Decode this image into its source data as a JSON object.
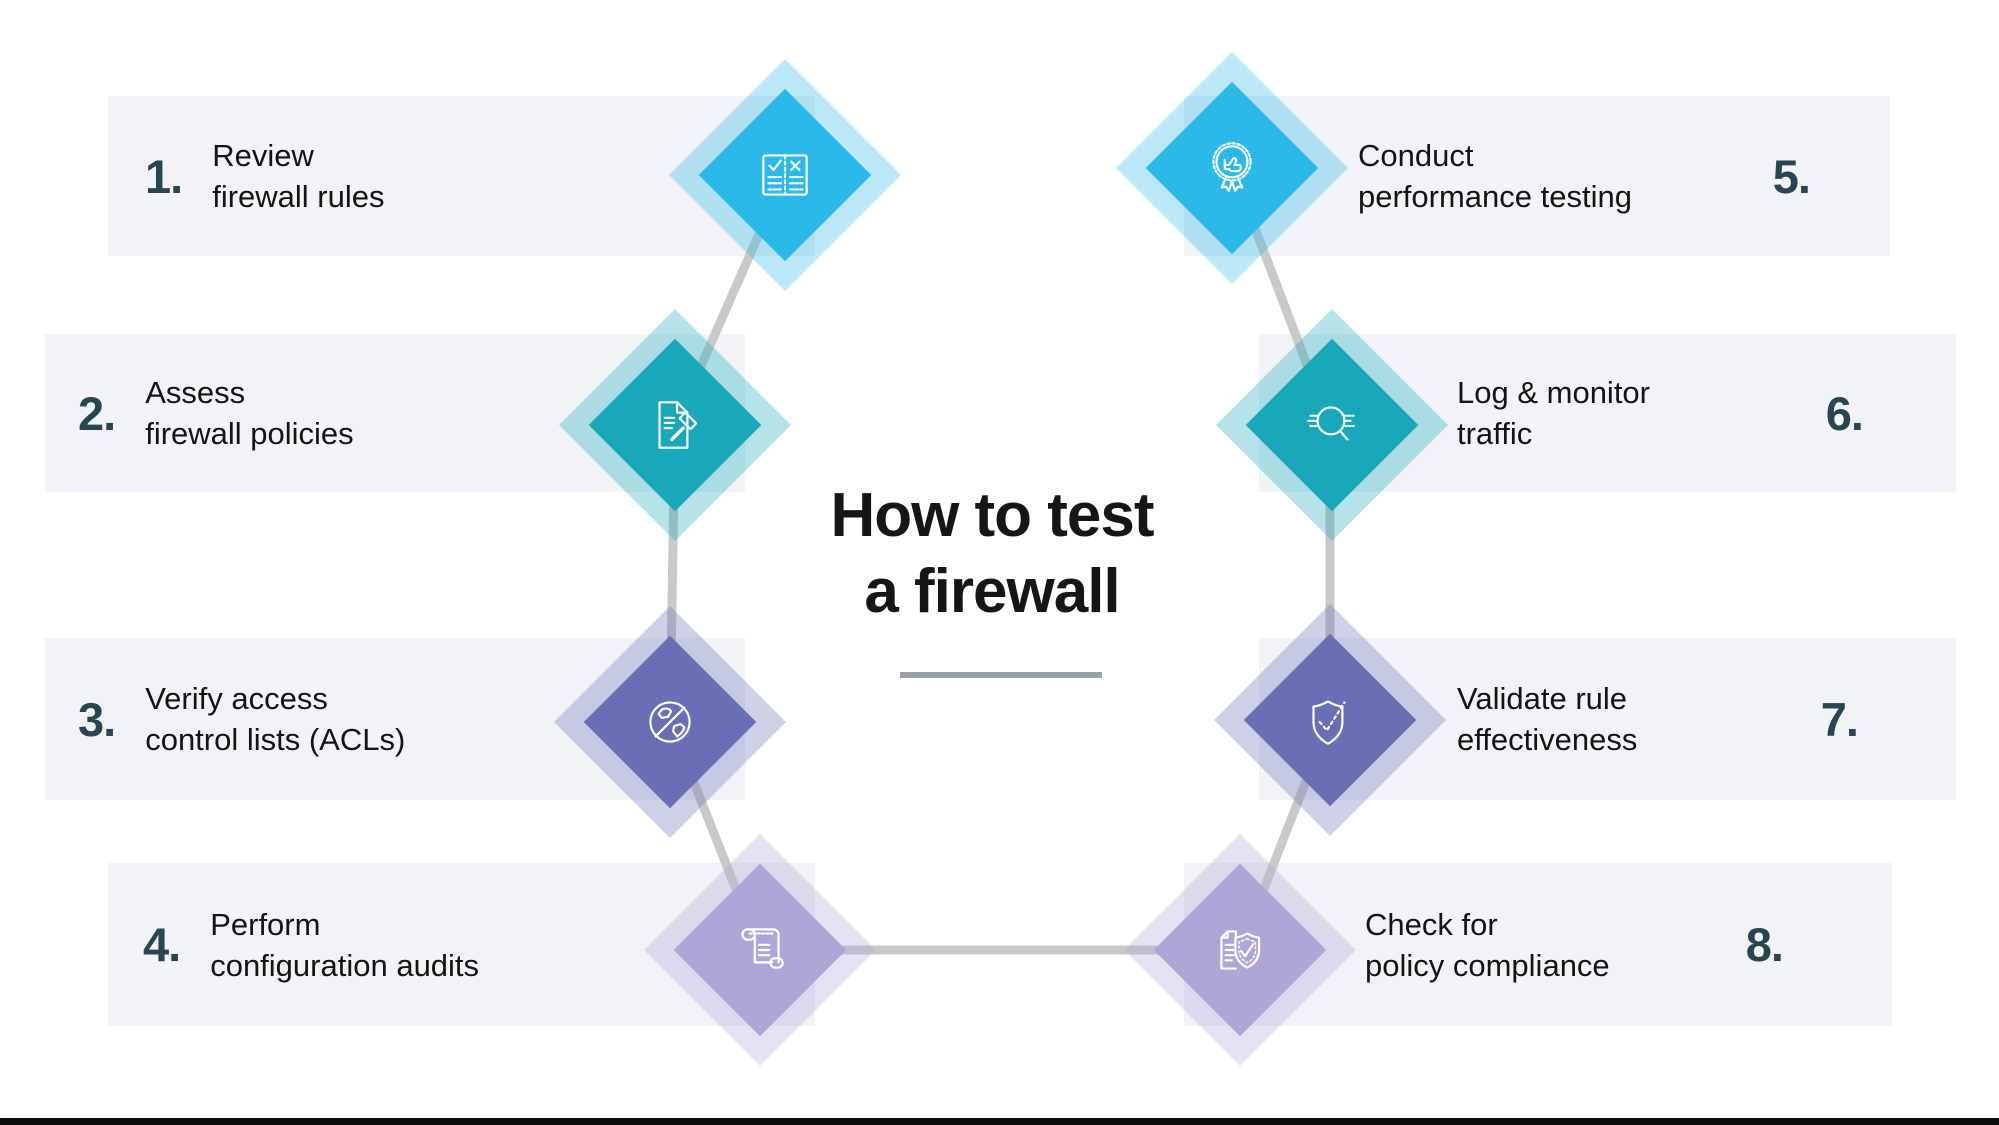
{
  "title": {
    "line1": "How to test",
    "line2": "a firewall"
  },
  "steps": [
    {
      "num": "1.",
      "line1": "Review",
      "line2": "firewall rules",
      "icon": "checklist-icon",
      "color": "#2bb9e9"
    },
    {
      "num": "2.",
      "line1": "Assess",
      "line2": "firewall policies",
      "icon": "policy-gavel-icon",
      "color": "#19a7ba"
    },
    {
      "num": "3.",
      "line1": "Verify access",
      "line2": "control lists (ACLs)",
      "icon": "blocked-globe-icon",
      "color": "#6a6fb5"
    },
    {
      "num": "4.",
      "line1": "Perform",
      "line2": "configuration audits",
      "icon": "scroll-icon",
      "color": "#aea6d6"
    },
    {
      "num": "5.",
      "line1": "Conduct",
      "line2": "performance testing",
      "icon": "award-thumbs-up-icon",
      "color": "#2bb9e9"
    },
    {
      "num": "6.",
      "line1": "Log & monitor",
      "line2": "traffic",
      "icon": "search-traffic-icon",
      "color": "#19a7ba"
    },
    {
      "num": "7.",
      "line1": "Validate rule",
      "line2": "effectiveness",
      "icon": "shield-check-icon",
      "color": "#6a6fb5"
    },
    {
      "num": "8.",
      "line1": "Check for",
      "line2": "policy compliance",
      "icon": "doc-shield-check-icon",
      "color": "#aea6d6"
    }
  ],
  "colors": {
    "band": "#f1f3f6",
    "number": "#27464f",
    "text": "#141414",
    "connector": "#c9c9c9",
    "cyan": "#2bb9e9",
    "teal": "#19a7ba",
    "purple": "#6a6fb5",
    "lavender": "#aea6d6",
    "divider": "#9aa0a8",
    "footer_bar": "#0d0d0d"
  }
}
